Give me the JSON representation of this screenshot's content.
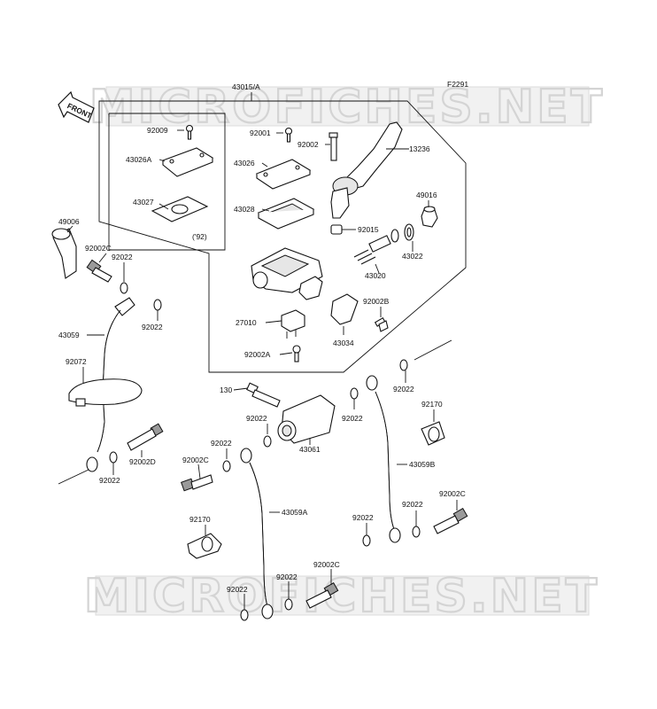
{
  "figure_code": "F2291",
  "watermark": "MICROFICHES.NET",
  "front_arrow_label": "FRONT",
  "group_label": "43015/A",
  "inset_year_note": "('92)",
  "parts": [
    {
      "id": "p92009",
      "label": "92009"
    },
    {
      "id": "p43026a",
      "label": "43026A"
    },
    {
      "id": "p43027",
      "label": "43027"
    },
    {
      "id": "p92001",
      "label": "92001"
    },
    {
      "id": "p92002",
      "label": "92002"
    },
    {
      "id": "p13236",
      "label": "13236"
    },
    {
      "id": "p43026",
      "label": "43026"
    },
    {
      "id": "p43028",
      "label": "43028"
    },
    {
      "id": "p49016",
      "label": "49016"
    },
    {
      "id": "p92015",
      "label": "92015"
    },
    {
      "id": "p43022",
      "label": "43022"
    },
    {
      "id": "p43020",
      "label": "43020"
    },
    {
      "id": "p49006",
      "label": "49006"
    },
    {
      "id": "p92002c_a",
      "label": "92002C"
    },
    {
      "id": "p92022_a",
      "label": "92022"
    },
    {
      "id": "p92022_b",
      "label": "92022"
    },
    {
      "id": "p43059",
      "label": "43059"
    },
    {
      "id": "p92002b",
      "label": "92002B"
    },
    {
      "id": "p27010",
      "label": "27010"
    },
    {
      "id": "p43034",
      "label": "43034"
    },
    {
      "id": "p92002a",
      "label": "92002A"
    },
    {
      "id": "p92072",
      "label": "92072"
    },
    {
      "id": "p92022_c",
      "label": "92022"
    },
    {
      "id": "p130",
      "label": "130"
    },
    {
      "id": "p92022_d",
      "label": "92022"
    },
    {
      "id": "p92022_e",
      "label": "92022"
    },
    {
      "id": "p92170_a",
      "label": "92170"
    },
    {
      "id": "p43061",
      "label": "43061"
    },
    {
      "id": "p92022_f",
      "label": "92022"
    },
    {
      "id": "p92002d",
      "label": "92002D"
    },
    {
      "id": "p92002c_b",
      "label": "92002C"
    },
    {
      "id": "p43059b",
      "label": "43059B"
    },
    {
      "id": "p92022_g",
      "label": "92022"
    },
    {
      "id": "p92002c_c",
      "label": "92002C"
    },
    {
      "id": "p92022_h",
      "label": "92022"
    },
    {
      "id": "p92022_i",
      "label": "92022"
    },
    {
      "id": "p92170_b",
      "label": "92170"
    },
    {
      "id": "p43059a",
      "label": "43059A"
    },
    {
      "id": "p92002c_d",
      "label": "92002C"
    },
    {
      "id": "p92022_j",
      "label": "92022"
    },
    {
      "id": "p92022_k",
      "label": "92022"
    }
  ]
}
